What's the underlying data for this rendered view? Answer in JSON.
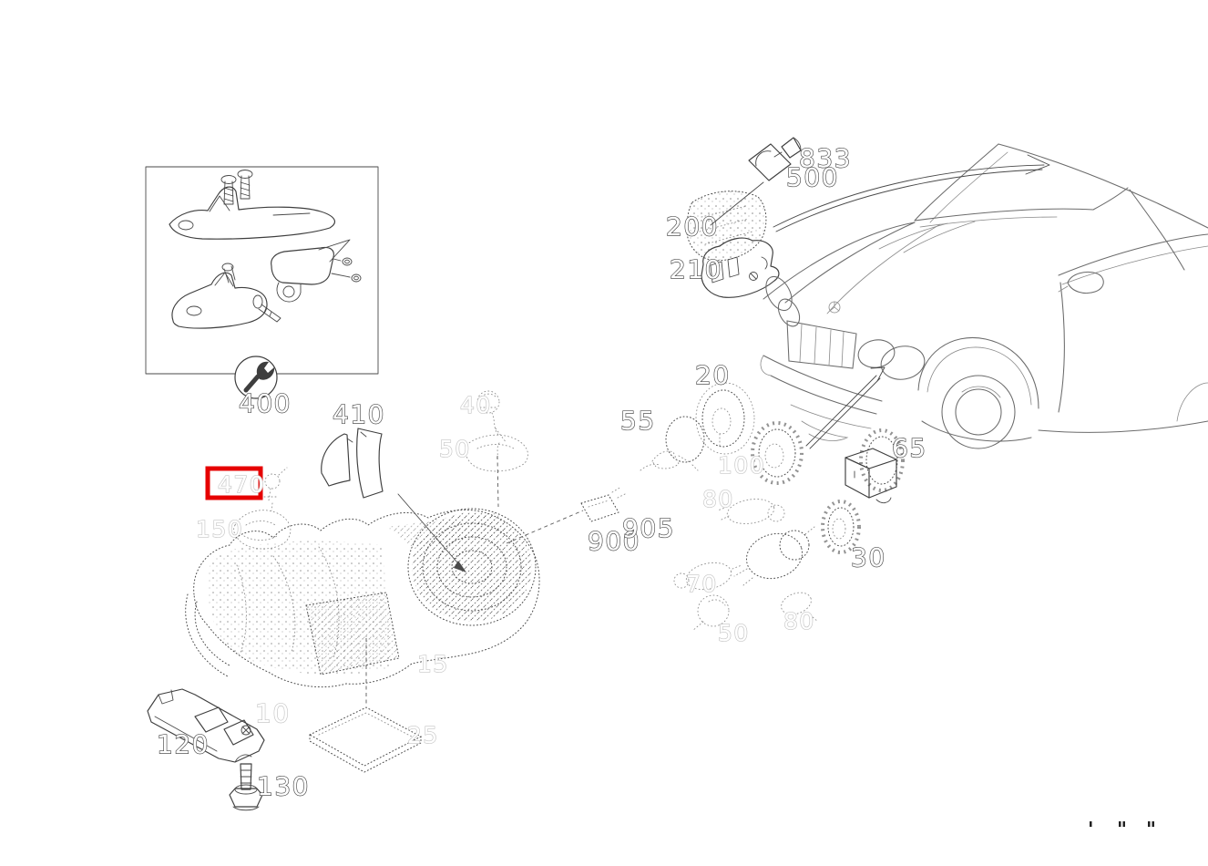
{
  "diagram": {
    "kind": "vehicle-headlamp-exploded-parts-diagram",
    "background": "#ffffff",
    "selection": {
      "part_label": "470",
      "highlight_color": "#e60000"
    },
    "label_style": {
      "ink": "#4c4c4c",
      "faint": "#c6c6c6"
    }
  },
  "callouts": {
    "c400": "400",
    "c410": "410",
    "c470": "470",
    "c150": "150",
    "c40": "40",
    "c50": "50",
    "c15": "15",
    "c10": "10",
    "c25": "25",
    "c120": "120",
    "c130": "130",
    "c900": "900",
    "c905": "905",
    "c20": "20",
    "c55": "55",
    "c100": "100",
    "c80": "80",
    "c65": "65",
    "c30": "30",
    "c70": "70",
    "c50b": "50",
    "c80b": "80",
    "c200": "200",
    "c210": "210",
    "c833": "833",
    "c500": "500"
  },
  "footer": {
    "tick_mark_groups": 3
  }
}
